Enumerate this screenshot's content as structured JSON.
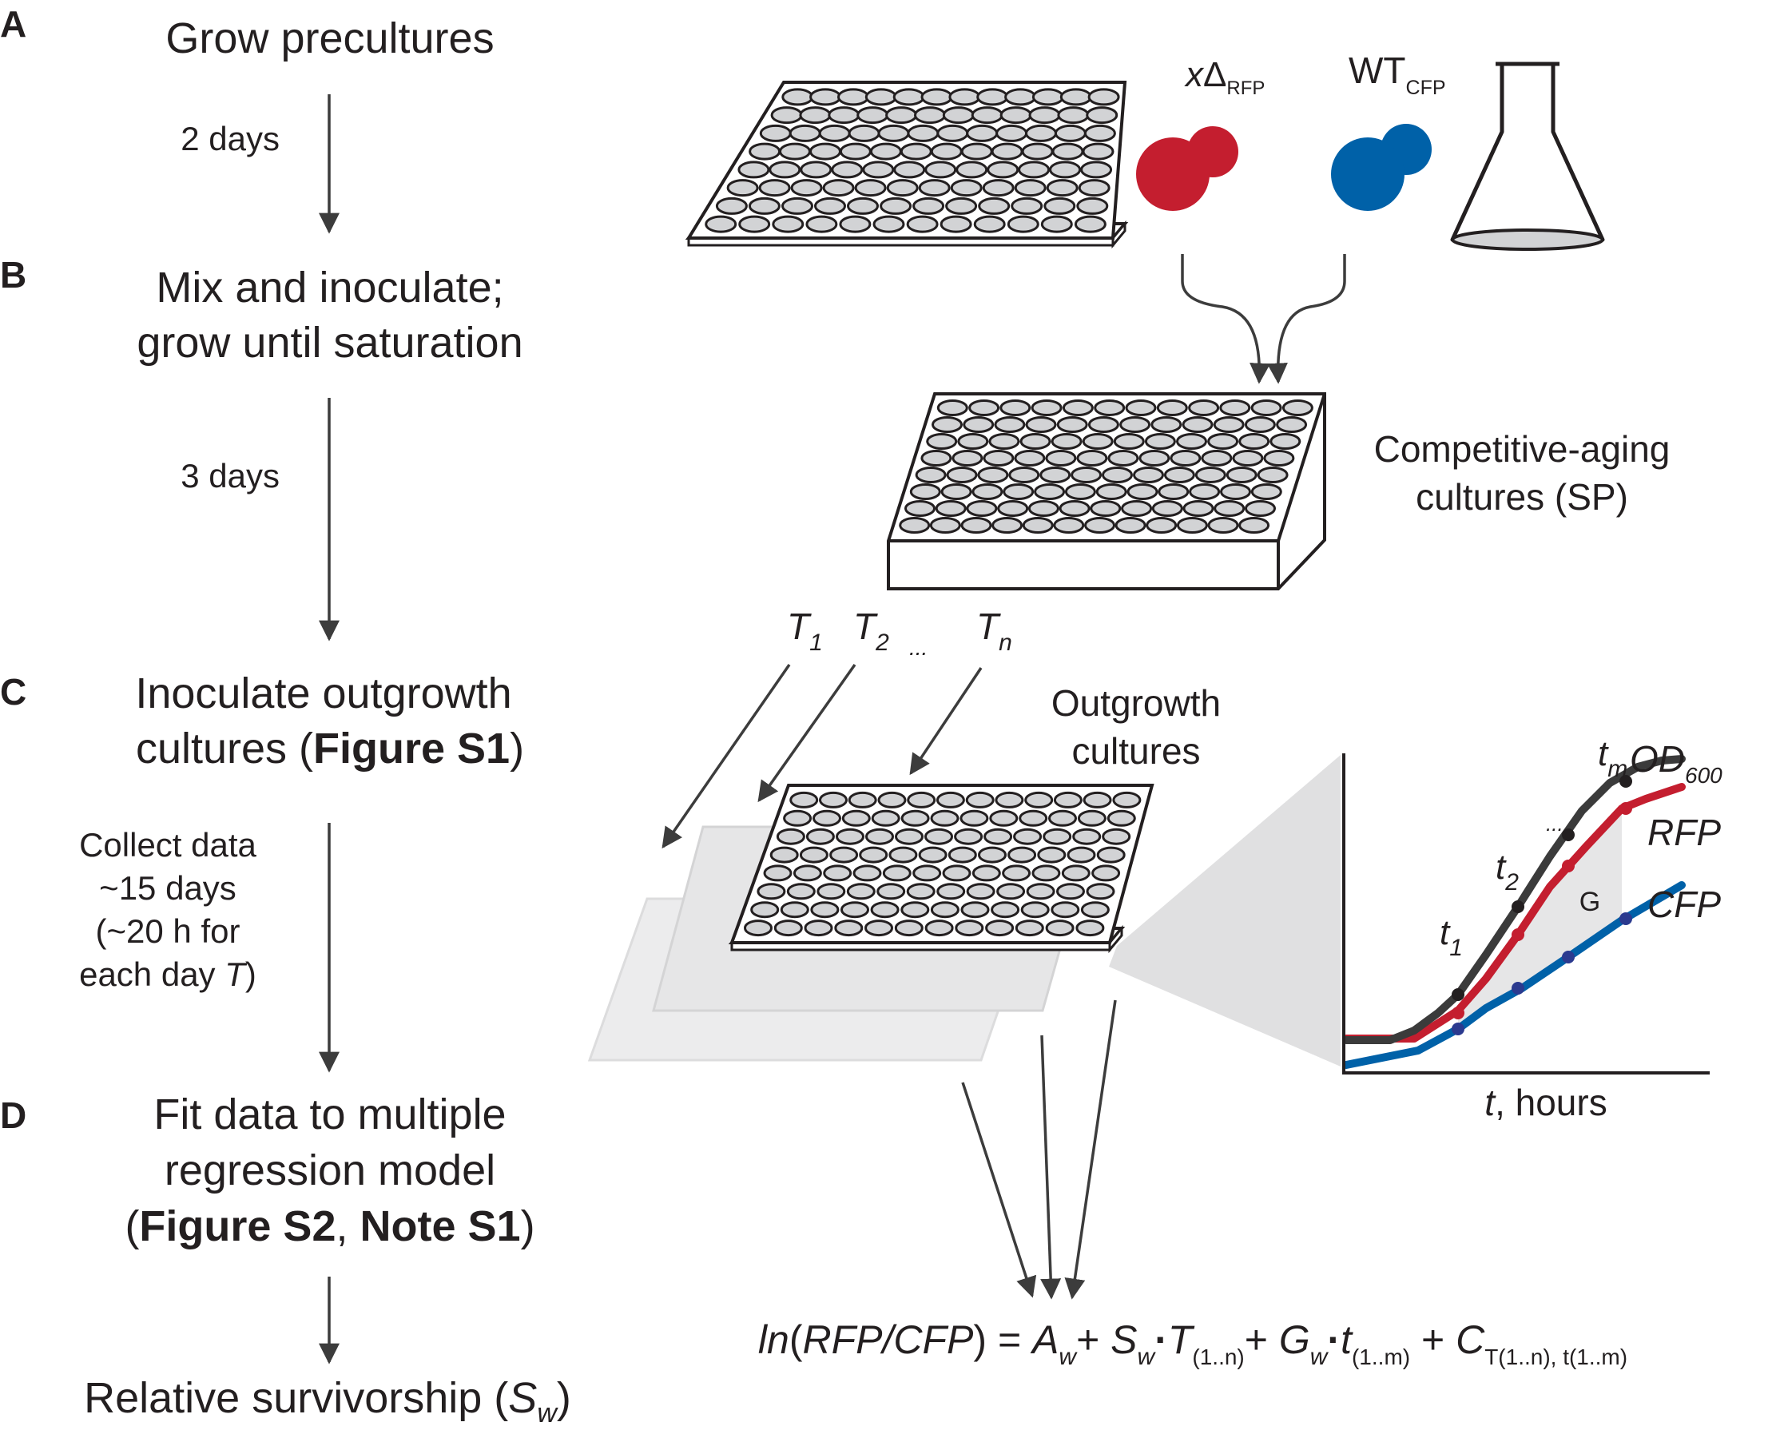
{
  "panels": {
    "a": {
      "letter": "A",
      "title": "Grow precultures"
    },
    "b": {
      "letter": "B",
      "line1": "Mix and inoculate;",
      "line2": "grow until saturation"
    },
    "c": {
      "letter": "C",
      "line1": "Inoculate outgrowth",
      "line2_prefix": "cultures (",
      "line2_ref": "Figure S1",
      "line2_suffix": ")"
    },
    "d": {
      "letter": "D",
      "line1": "Fit data to multiple",
      "line2": "regression model",
      "line3_open": "(",
      "line3_ref1": "Figure S2",
      "line3_sep": ", ",
      "line3_ref2": "Note S1",
      "line3_close": ")"
    },
    "result": {
      "prefix": "Relative survivorship (",
      "var": "S",
      "sub": "w",
      "suffix": ")"
    }
  },
  "durations": {
    "a_to_b": "2 days",
    "b_to_c": "3 days",
    "c_to_d": {
      "line1": "Collect data",
      "line2": "~15 days",
      "line3": "(~20 h for",
      "line4_prefix": "each day ",
      "line4_var": "T",
      "line4_suffix": ")"
    }
  },
  "strains": {
    "mutant": {
      "prefix": "x",
      "delta": "Δ",
      "sub": "RFP",
      "color": "#c41e2f"
    },
    "wildtype": {
      "main": "WT",
      "sub": "CFP",
      "color": "#0061a8"
    }
  },
  "plates": {
    "aging": {
      "line1": "Competitive-aging",
      "line2": "cultures (SP)"
    },
    "outgrowth": {
      "line1": "Outgrowth",
      "line2": "cultures"
    }
  },
  "timepoints": {
    "t1": {
      "var": "T",
      "sub": "1"
    },
    "t2": {
      "var": "T",
      "sub": "2"
    },
    "dots": "...",
    "tn": {
      "var": "T",
      "sub": "n"
    }
  },
  "growth_chart": {
    "xlabel_var": "t",
    "xlabel_rest": ", hours",
    "series": [
      {
        "name": "OD",
        "sub": "600",
        "color": "#3b3b3b"
      },
      {
        "name": "RFP",
        "color": "#c41e2f"
      },
      {
        "name": "CFP",
        "color": "#0061a8"
      }
    ],
    "gap_label": "G",
    "samples": [
      {
        "var": "t",
        "sub": "1"
      },
      {
        "var": "t",
        "sub": "2"
      },
      {
        "var": "t",
        "sub": "m"
      }
    ],
    "sample_dots": "..."
  },
  "equation": {
    "ln": "ln",
    "lhs_open": "(",
    "lhs_body": "RFP/CFP",
    "lhs_close": ")",
    "eq": " = ",
    "a": "A",
    "a_sub": "w",
    "plus1": "+ ",
    "s": "S",
    "s_sub": "w",
    "dot1": "·",
    "tt": "T",
    "tt_sub": "(1..n)",
    "plus2": "+ ",
    "g": "G",
    "g_sub": "w",
    "dot2": "·",
    "lt": "t",
    "lt_sub": "(1..m)",
    "plus3": " + ",
    "c": "C",
    "c_sub": "T(1..n), t(1..m)"
  }
}
